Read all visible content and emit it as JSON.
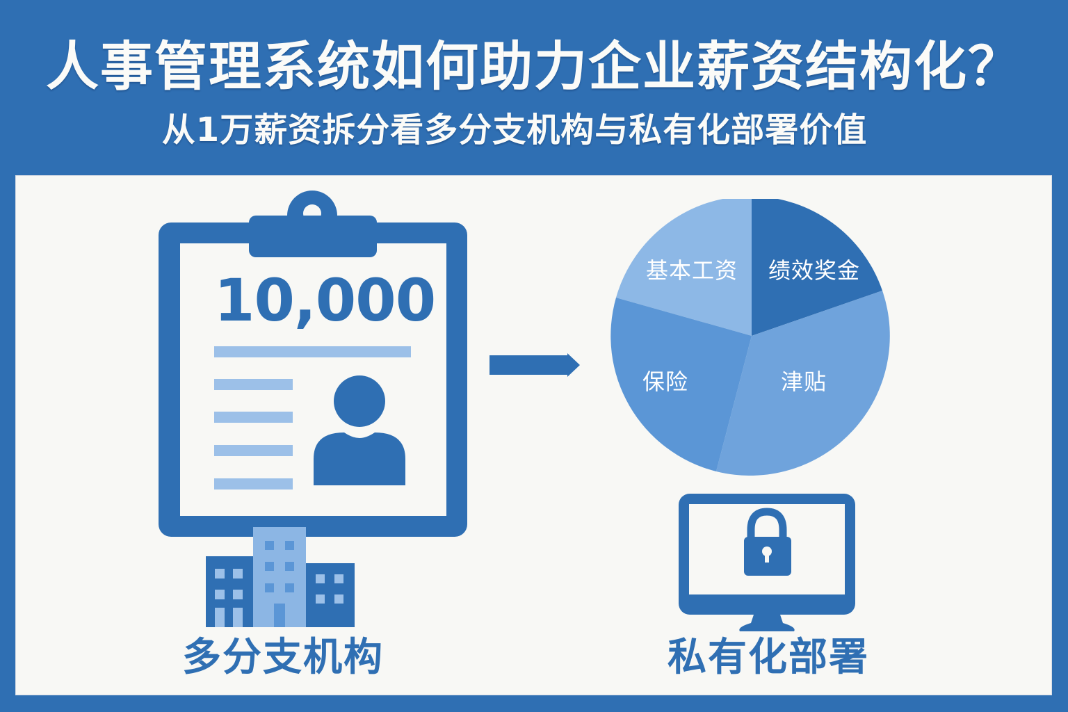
{
  "header": {
    "title": "人事管理系统如何助力企业薪资结构化？",
    "subtitle": "从1万薪资拆分看多分支机构与私有化部署价值"
  },
  "left_section": {
    "icon": "clipboard-payslip-icon",
    "amount": "10,000",
    "secondary_icons": [
      "person-icon",
      "office-buildings-icon"
    ],
    "caption": "多分支机构"
  },
  "arrow": {
    "icon": "arrow-right-icon"
  },
  "salary_breakdown": {
    "icon": "pie-chart",
    "segments": [
      {
        "label": "绩效奖金",
        "color": "#2f6fb3"
      },
      {
        "label": "津贴",
        "color": "#6fa3dc"
      },
      {
        "label": "保险",
        "color": "#5b96d6"
      },
      {
        "label": "基本工资",
        "color": "#8db8e6"
      }
    ]
  },
  "right_section": {
    "icon": "monitor-lock-icon",
    "caption": "私有化部署"
  },
  "colors": {
    "primary": "#2f6fb3",
    "light": "#9cc0e8",
    "panel": "#f8f8f5",
    "text_on_primary": "#fbfbf8"
  }
}
